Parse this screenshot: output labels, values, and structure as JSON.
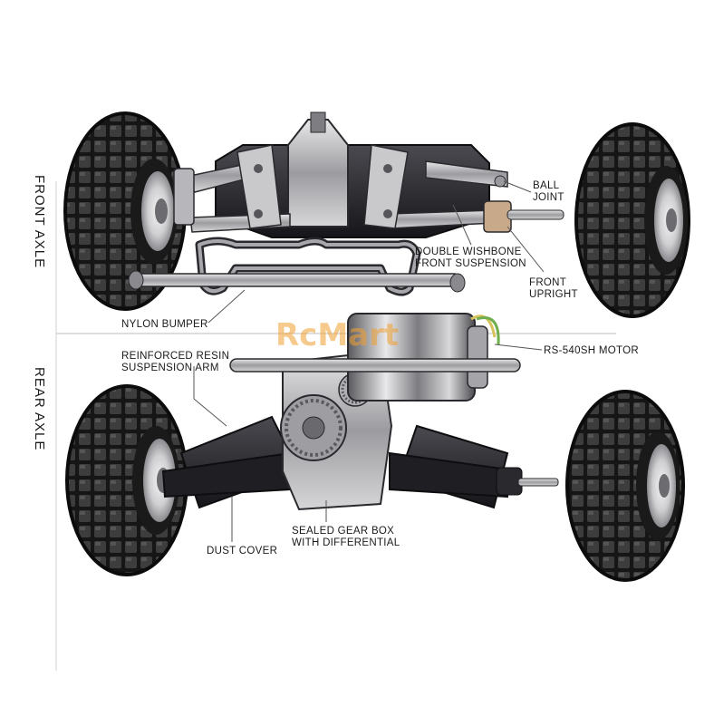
{
  "axes": {
    "front_axle": "FRONT AXLE",
    "rear_axle": "REAR AXLE"
  },
  "labels": {
    "ball_joint_1": "BALL",
    "ball_joint_2": "JOINT",
    "double_wishbone_1": "DOUBLE WISHBONE",
    "double_wishbone_2": "FRONT SUSPENSION",
    "front_upright_1": "FRONT",
    "front_upright_2": "UPRIGHT",
    "nylon_bumper": "NYLON BUMPER",
    "reinforced_resin_1": "REINFORCED RESIN",
    "reinforced_resin_2": "SUSPENSION ARM",
    "motor": "RS-540SH MOTOR",
    "sealed_gear_box_1": "SEALED GEAR BOX",
    "sealed_gear_box_2": "WITH DIFFERENTIAL",
    "dust_cover": "DUST COVER"
  },
  "watermark": "RcMart",
  "colors": {
    "tire": "#1c1c1c",
    "tread": "#3a3a3a",
    "metal": "#b8b8bc",
    "chassis": "#2a2a2e",
    "leader": "#555555"
  }
}
